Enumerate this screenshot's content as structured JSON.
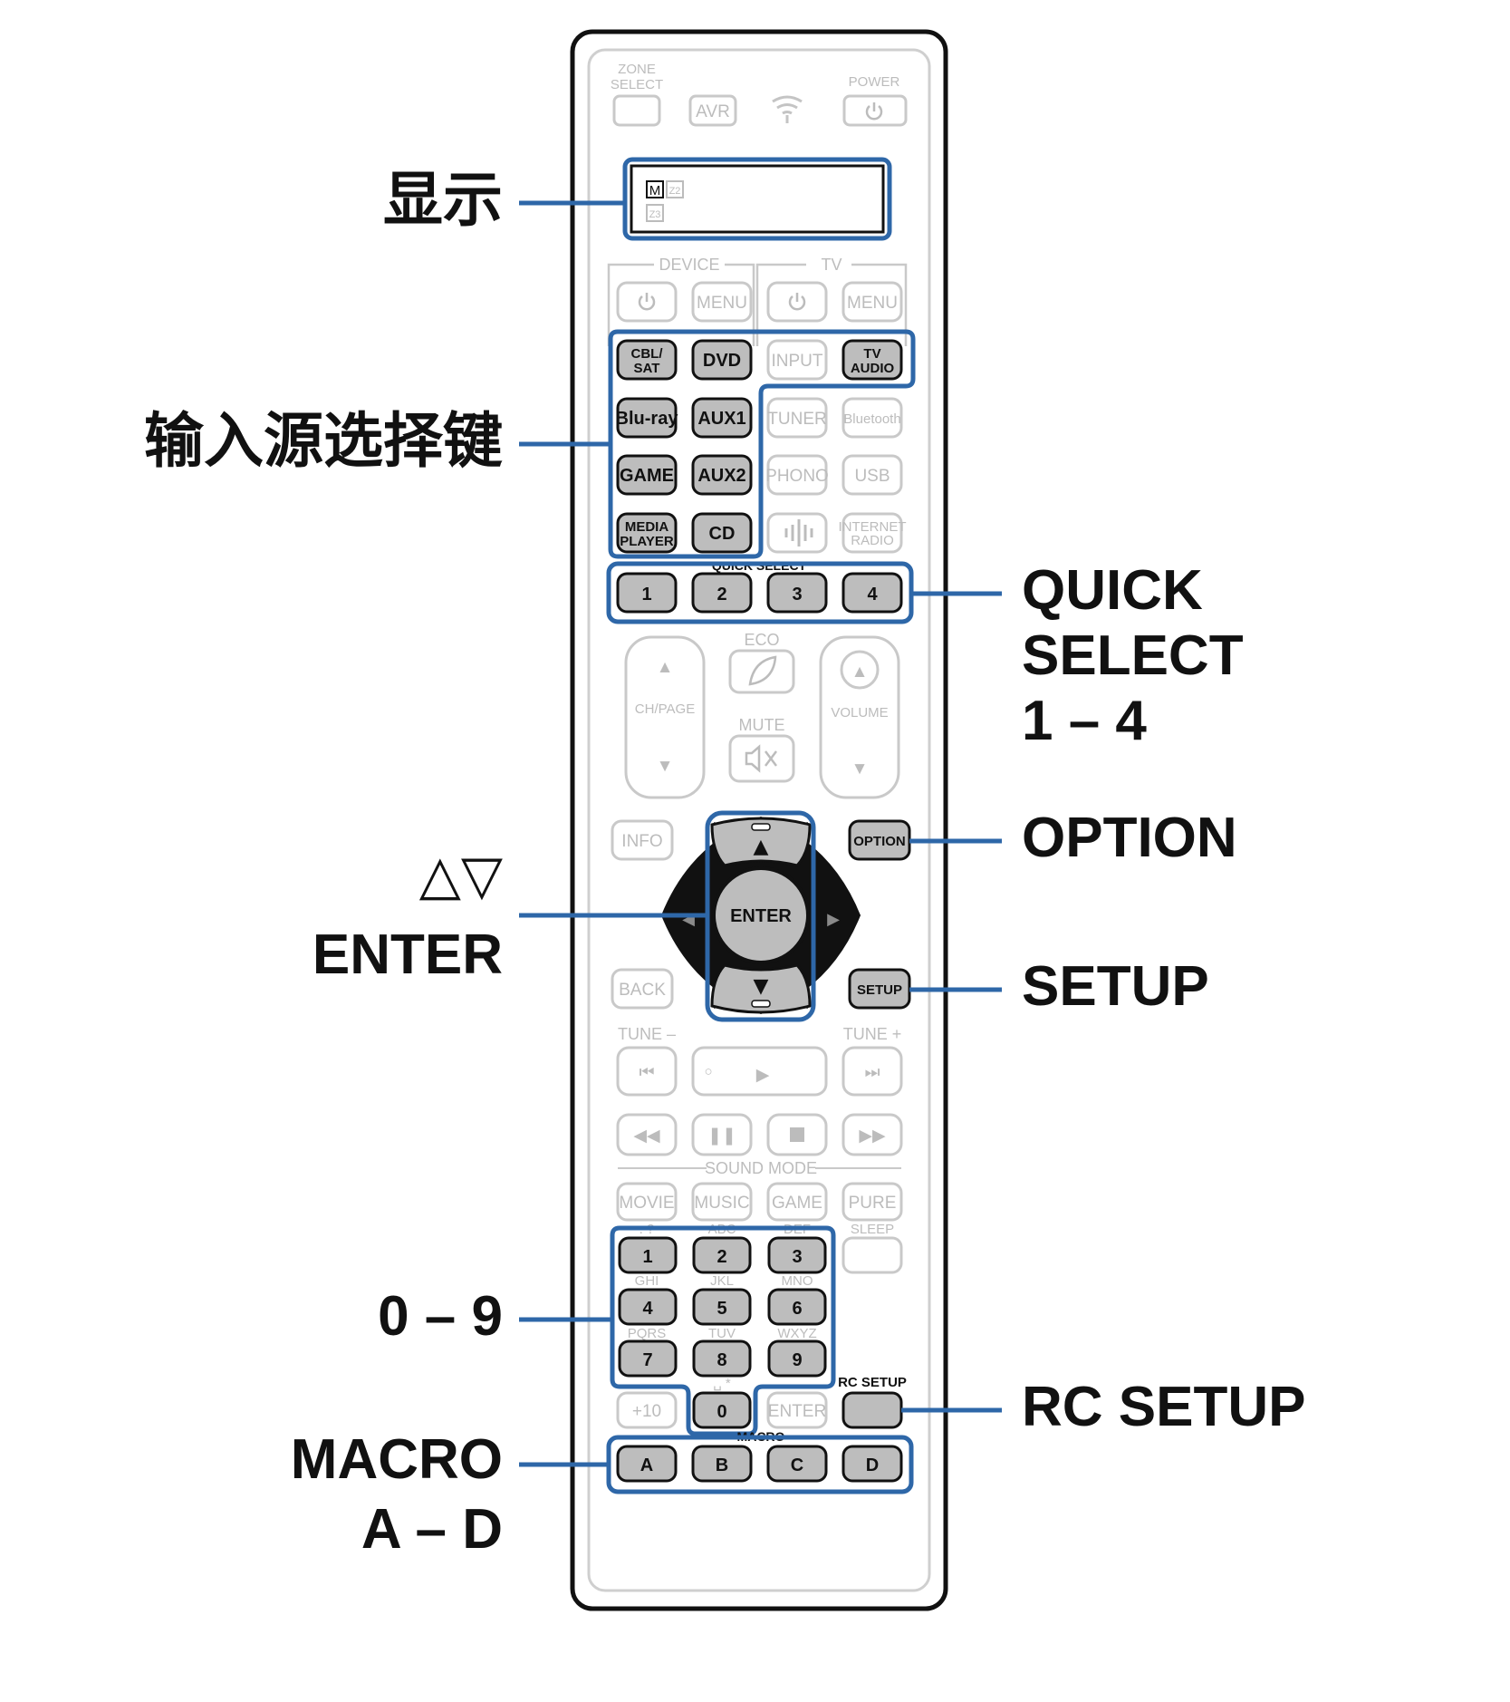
{
  "callouts": {
    "display": "显示",
    "input_source_keys": "输入源选择键",
    "cursor_symbols": "△▽",
    "enter": "ENTER",
    "digits": "0 – 9",
    "macro_line1": "MACRO",
    "macro_line2": "A – D",
    "quick_select_line1": "QUICK",
    "quick_select_line2": "SELECT",
    "quick_select_line3": "1 – 4",
    "option": "OPTION",
    "setup": "SETUP",
    "rc_setup": "RC SETUP"
  },
  "remote": {
    "top": {
      "zone_select_line1": "ZONE",
      "zone_select_line2": "SELECT",
      "avr": "AVR",
      "power": "POWER",
      "power_icon": "power-icon",
      "signal_icon": "wifi-signal-icon"
    },
    "display": {
      "m": "M",
      "z2": "Z2",
      "z3": "Z3"
    },
    "device_label": "DEVICE",
    "tv_label": "TV",
    "menu": "MENU",
    "inputs": {
      "cbl_sat_1": "CBL/",
      "cbl_sat_2": "SAT",
      "dvd": "DVD",
      "input": "INPUT",
      "tv_audio_1": "TV",
      "tv_audio_2": "AUDIO",
      "bluray": "Blu-ray",
      "aux1": "AUX1",
      "tuner": "TUNER",
      "bluetooth": "Bluetooth",
      "game": "GAME",
      "aux2": "AUX2",
      "phono": "PHONO",
      "usb": "USB",
      "media_player_1": "MEDIA",
      "media_player_2": "PLAYER",
      "cd": "CD",
      "heos_icon": "heos-icon",
      "internet_radio_1": "INTERNET",
      "internet_radio_2": "RADIO"
    },
    "quick_select": {
      "label": "QUICK SELECT",
      "keys": [
        "1",
        "2",
        "3",
        "4"
      ]
    },
    "eco": "ECO",
    "ch_page": "CH/PAGE",
    "volume": "VOLUME",
    "mute": "MUTE",
    "info": "INFO",
    "option": "OPTION",
    "enter": "ENTER",
    "back": "BACK",
    "setup": "SETUP",
    "tune_minus": "TUNE –",
    "tune_plus": "TUNE +",
    "sound_mode": "SOUND MODE",
    "sound_keys": [
      "MOVIE",
      "MUSIC",
      "GAME",
      "PURE"
    ],
    "sleep": "SLEEP",
    "numpad": {
      "row1": [
        "1",
        "2",
        "3"
      ],
      "row1_sub": [
        ". ?",
        "ABC",
        "DEF"
      ],
      "row2": [
        "4",
        "5",
        "6"
      ],
      "row2_sub": [
        "GHI",
        "JKL",
        "MNO"
      ],
      "row3": [
        "7",
        "8",
        "9"
      ],
      "row3_sub": [
        "PQRS",
        "TUV",
        "WXYZ"
      ],
      "zero": "0",
      "plus10": "+10",
      "enter": "ENTER",
      "zero_sub": "␣ *"
    },
    "rc_setup": "RC SETUP",
    "macro": {
      "label": "MACRO",
      "keys": [
        "A",
        "B",
        "C",
        "D"
      ]
    }
  },
  "colors": {
    "highlight": "#2e67a8",
    "active_key": "#b8b8b8",
    "inactive_outline": "#c6c6c6",
    "inactive_text": "#bdbdbd"
  }
}
